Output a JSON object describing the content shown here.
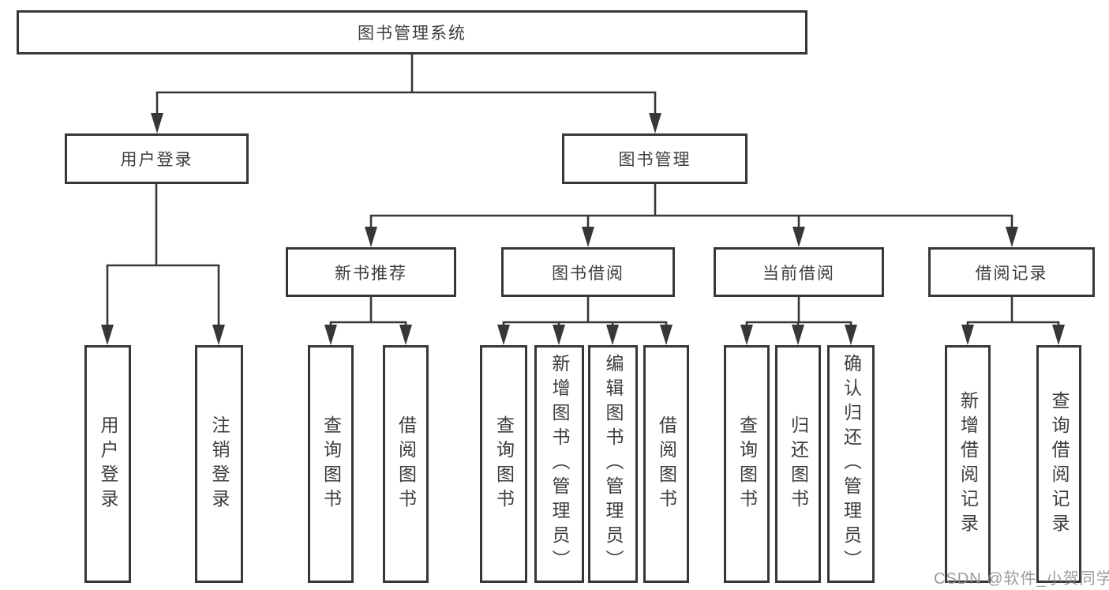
{
  "tree": {
    "label": "图书管理系统",
    "children": [
      {
        "label": "用户登录",
        "children": [
          {
            "label": "用户登录"
          },
          {
            "label": "注销登录"
          }
        ]
      },
      {
        "label": "图书管理",
        "children": [
          {
            "label": "新书推荐",
            "children": [
              {
                "label": "查询图书"
              },
              {
                "label": "借阅图书"
              }
            ]
          },
          {
            "label": "图书借阅",
            "children": [
              {
                "label": "查询图书"
              },
              {
                "label": "新增图书（管理员）"
              },
              {
                "label": "编辑图书（管理员）"
              },
              {
                "label": "借阅图书"
              }
            ]
          },
          {
            "label": "当前借阅",
            "children": [
              {
                "label": "查询图书"
              },
              {
                "label": "归还图书"
              },
              {
                "label": "确认归还（管理员）"
              }
            ]
          },
          {
            "label": "借阅记录",
            "children": [
              {
                "label": "新增借阅记录"
              },
              {
                "label": "查询借阅记录"
              }
            ]
          }
        ]
      }
    ]
  },
  "watermark": {
    "text": "CSDN @软件_小贺同学"
  },
  "colors": {
    "line": "#373737",
    "text": "#3d3d3d",
    "watermark": "#919191",
    "background": "#ffffff"
  }
}
